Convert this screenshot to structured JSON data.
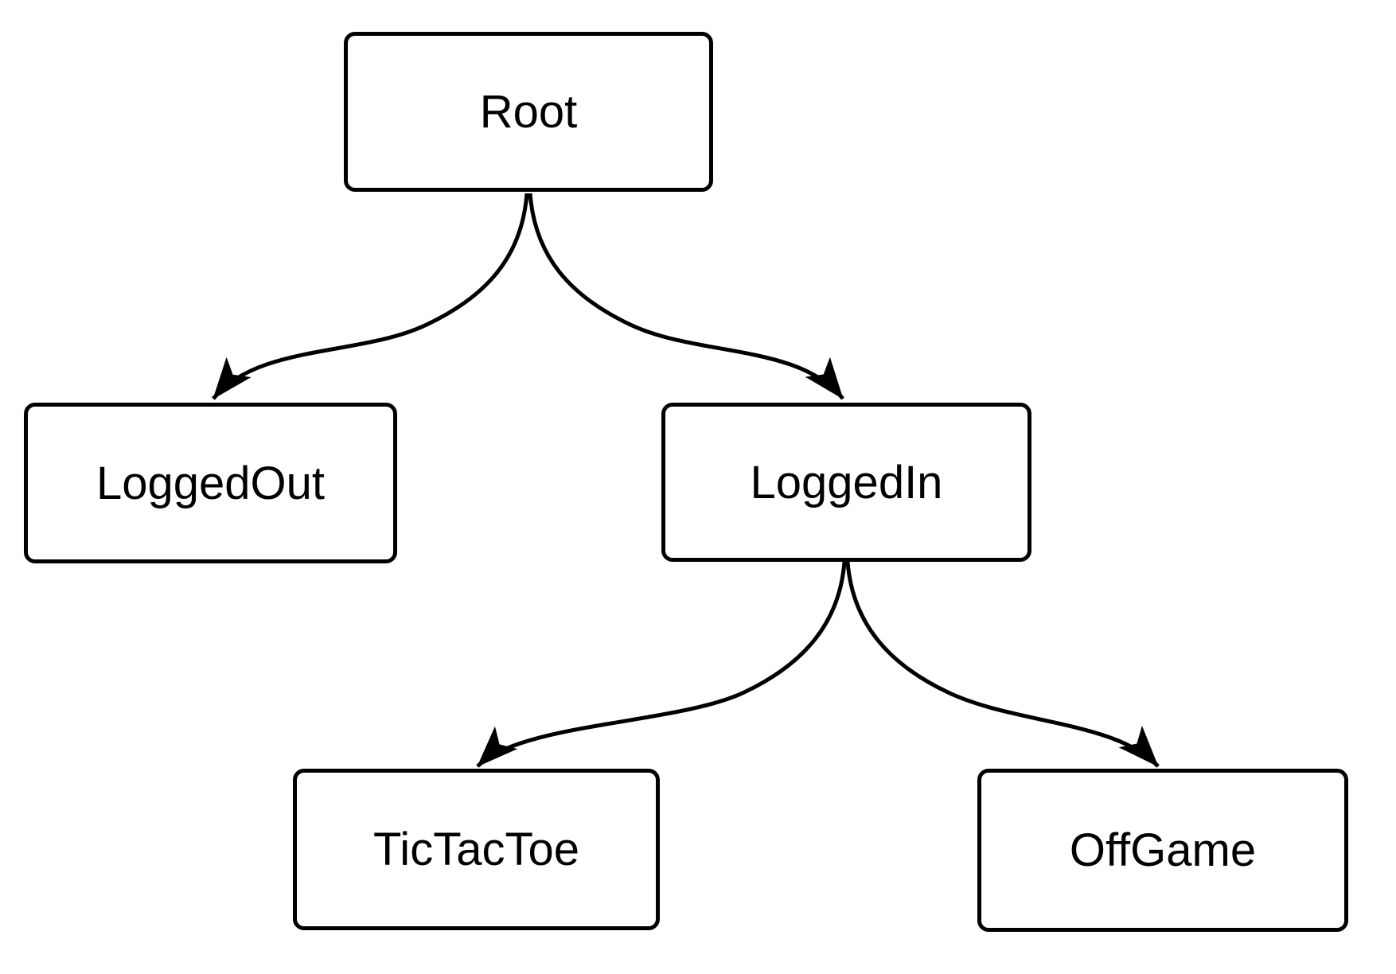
{
  "diagram": {
    "type": "tree",
    "background_color": "#ffffff",
    "node_fill_color": "#ffffff",
    "node_border_color": "#000000",
    "edge_color": "#000000",
    "text_color": "#000000",
    "nodes": [
      {
        "id": "root",
        "label": "Root"
      },
      {
        "id": "loggedout",
        "label": "LoggedOut"
      },
      {
        "id": "loggedin",
        "label": "LoggedIn"
      },
      {
        "id": "tictactoe",
        "label": "TicTacToe"
      },
      {
        "id": "offgame",
        "label": "OffGame"
      }
    ],
    "edges": [
      {
        "from": "Root",
        "to": "LoggedOut"
      },
      {
        "from": "Root",
        "to": "LoggedIn"
      },
      {
        "from": "LoggedIn",
        "to": "TicTacToe"
      },
      {
        "from": "LoggedIn",
        "to": "OffGame"
      }
    ]
  }
}
